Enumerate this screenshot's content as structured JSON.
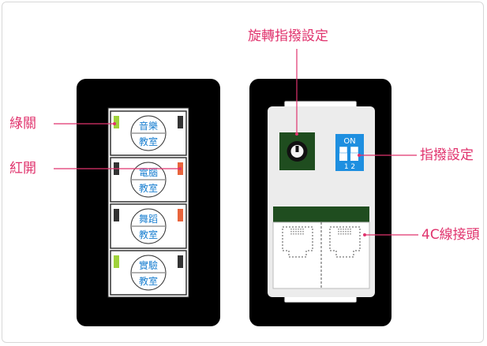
{
  "colors": {
    "accent": "#e0336d",
    "panel": "#000000",
    "plate": "#ececec",
    "button_text": "#1a7fd0",
    "dip_blue": "#1e8fe0",
    "green_led": "#9fd23b",
    "red_led": "#e8643c",
    "rotary_green": "#1f4d1f"
  },
  "callouts": {
    "green_off": "綠關",
    "red_on": "紅開",
    "rotary_dip": "旋轉指撥設定",
    "dip_setting": "指撥設定",
    "connector": "4C線接頭"
  },
  "buttons": [
    {
      "line1": "音樂",
      "line2": "教室",
      "led_left": "green",
      "led_right": "off"
    },
    {
      "line1": "電腦",
      "line2": "教室",
      "led_left": "off",
      "led_right": "red"
    },
    {
      "line1": "舞蹈",
      "line2": "教室",
      "led_left": "off",
      "led_right": "red"
    },
    {
      "line1": "實驗",
      "line2": "教室",
      "led_left": "green",
      "led_right": "off"
    }
  ],
  "dip_switch": {
    "on_label": "ON",
    "num_label": "1 2",
    "icon": "dip-switch-icon"
  },
  "rotary_switch": {
    "icon": "rotary-switch-icon"
  },
  "rj_ports": {
    "count": 2,
    "icon": "rj-port-icon"
  }
}
